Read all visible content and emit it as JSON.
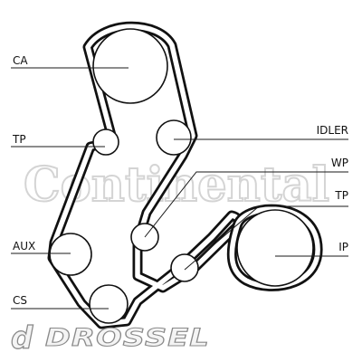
{
  "labels": {
    "ca": "CA",
    "tp_left": "TP",
    "idler": "IDLER",
    "wp": "WP",
    "tp_right": "TP",
    "aux": "AUX",
    "ip": "IP",
    "cs": "CS"
  },
  "watermark": "Continental",
  "logo": {
    "mark": "d",
    "text": "DROSSEL"
  },
  "colors": {
    "belt": "#111111",
    "line": "#1a1a1a",
    "watermark": "#d0d0d0",
    "logo": "#8a8a8a"
  }
}
